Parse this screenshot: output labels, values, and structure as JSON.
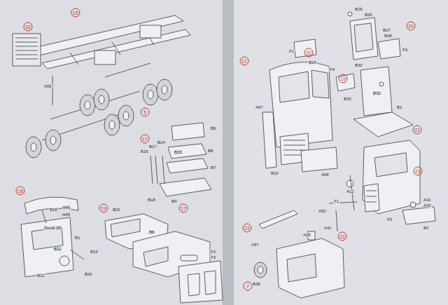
{
  "diagram": {
    "nodes": [
      {
        "text": [
          "15"
        ]
      },
      {
        "text": [
          "16"
        ]
      },
      {
        "text": [
          "5"
        ]
      },
      {
        "text": [
          "17"
        ]
      },
      {
        "text": [
          "18"
        ]
      },
      {
        "text": [
          "19"
        ]
      },
      {
        "text": [
          "17"
        ]
      },
      {
        "text": [
          "21"
        ]
      },
      {
        "text": [
          "20"
        ]
      },
      {
        "text": [
          "19"
        ]
      },
      {
        "text": [
          "20"
        ]
      },
      {
        "text": [
          "22"
        ]
      },
      {
        "text": [
          "21"
        ]
      },
      {
        "text": [
          "23"
        ]
      },
      {
        "text": [
          "22"
        ]
      },
      {
        "text": [
          "7"
        ]
      }
    ],
    "labels": [
      "A55",
      "B9",
      "B16",
      "B17",
      "B14",
      "B15",
      "B8",
      "B7",
      "B18",
      "B4",
      "B18",
      "H46",
      "H45",
      "Decal 28",
      "B1",
      "B11",
      "B12",
      "B15",
      "B20",
      "B22",
      "B6",
      "F2",
      "F3",
      "B25",
      "B26",
      "B27",
      "B28",
      "F1",
      "B24",
      "F4",
      "B30",
      "B32",
      "B33",
      "F6",
      "A67",
      "B10",
      "A69",
      "B1",
      "A12",
      "F1",
      "A52",
      "A25",
      "F5",
      "A31",
      "A32",
      "B2",
      "A41",
      "A57",
      "B28"
    ]
  }
}
